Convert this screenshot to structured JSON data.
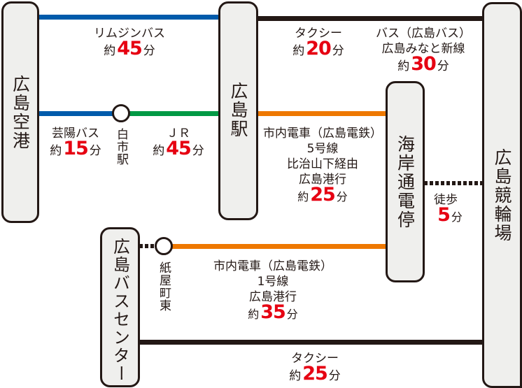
{
  "colors": {
    "limousine_bus": "#005bab",
    "jr": "#009944",
    "streetcar": "#ee7800",
    "taxi": "#231815",
    "minutes": "#e60012",
    "box_fill": "#efefed",
    "box_border": "#231815"
  },
  "stations": {
    "airport": "広島空港",
    "hiroshima_station": "広島駅",
    "kaigan_dori": "海岸通電停",
    "keirin": "広島競輪場",
    "bus_center": "広島バスセンター",
    "hakushi": "白市駅",
    "kamiyacho_higashi": "紙屋町東"
  },
  "routes": {
    "limousine": {
      "name": "リムジンバス",
      "prefix": "約",
      "minutes": "45",
      "suffix": "分"
    },
    "geiyo_bus": {
      "name": "芸陽バス",
      "prefix": "約",
      "minutes": "15",
      "suffix": "分"
    },
    "jr": {
      "name": "ＪＲ",
      "prefix": "約",
      "minutes": "45",
      "suffix": "分"
    },
    "taxi_station": {
      "name": "タクシー",
      "prefix": "約",
      "minutes": "20",
      "suffix": "分"
    },
    "hiroshima_bus": {
      "line1": "バス（広島バス）",
      "line2": "広島みなと新線",
      "prefix": "約",
      "minutes": "30",
      "suffix": "分"
    },
    "streetcar5": {
      "line1": "市内電車（広島電鉄）",
      "line2": "5号線",
      "line3": "比治山下経由",
      "line4": "広島港行",
      "prefix": "約",
      "minutes": "25",
      "suffix": "分"
    },
    "walk": {
      "name": "徒歩",
      "minutes": "5",
      "suffix": "分"
    },
    "streetcar1": {
      "line1": "市内電車（広島電鉄）",
      "line2": "1号線",
      "line3": "広島港行",
      "prefix": "約",
      "minutes": "35",
      "suffix": "分"
    },
    "taxi_buscenter": {
      "name": "タクシー",
      "prefix": "約",
      "minutes": "25",
      "suffix": "分"
    }
  }
}
